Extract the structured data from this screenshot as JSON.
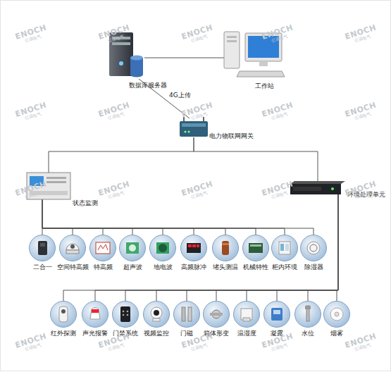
{
  "diagram": {
    "nodes": [
      {
        "text": [
          "数据库服务器"
        ]
      },
      {
        "text": [
          "工作站"
        ]
      },
      {
        "text": [
          "电力物联网网关"
        ]
      },
      {
        "text": [
          "状态监测"
        ]
      },
      {
        "text": [
          "环境处理单元"
        ]
      },
      {
        "text": [
          "二合一"
        ]
      },
      {
        "text": [
          "空间特高频"
        ]
      },
      {
        "text": [
          "特高频"
        ]
      },
      {
        "text": [
          "超声波"
        ]
      },
      {
        "text": [
          "地电波"
        ]
      },
      {
        "text": [
          "高频脉冲"
        ]
      },
      {
        "text": [
          "堵头测温"
        ]
      },
      {
        "text": [
          "机械特性"
        ]
      },
      {
        "text": [
          "柜内环境"
        ]
      },
      {
        "text": [
          "除湿器"
        ]
      },
      {
        "text": [
          "红外探测"
        ]
      },
      {
        "text": [
          "声光报警"
        ]
      },
      {
        "text": [
          "门禁系统"
        ]
      },
      {
        "text": [
          "视频监控"
        ]
      },
      {
        "text": [
          "门磁"
        ]
      },
      {
        "text": [
          "箱体形变"
        ]
      },
      {
        "text": [
          "温湿度"
        ]
      },
      {
        "text": [
          "凝露"
        ]
      },
      {
        "text": [
          "水位"
        ]
      },
      {
        "text": [
          "烟雾"
        ]
      }
    ],
    "edges": [
      {
        "from": 0,
        "to": 1,
        "arrow": "none"
      },
      {
        "from": 0,
        "to": 2,
        "label": "4G上传",
        "arrow": "none"
      },
      {
        "from": 2,
        "to": 3,
        "arrow": "none"
      },
      {
        "from": 2,
        "to": 4,
        "arrow": "none"
      },
      {
        "from": 3,
        "to": 5,
        "arrow": "none"
      },
      {
        "from": 3,
        "to": 6,
        "arrow": "none"
      },
      {
        "from": 3,
        "to": 7,
        "arrow": "none"
      },
      {
        "from": 3,
        "to": 8,
        "arrow": "none"
      },
      {
        "from": 3,
        "to": 9,
        "arrow": "none"
      },
      {
        "from": 3,
        "to": 10,
        "arrow": "none"
      },
      {
        "from": 3,
        "to": 11,
        "arrow": "none"
      },
      {
        "from": 3,
        "to": 12,
        "arrow": "none"
      },
      {
        "from": 3,
        "to": 13,
        "arrow": "none"
      },
      {
        "from": 3,
        "to": 14,
        "arrow": "none"
      },
      {
        "from": 4,
        "to": 15,
        "arrow": "none"
      },
      {
        "from": 4,
        "to": 16,
        "arrow": "none"
      },
      {
        "from": 4,
        "to": 17,
        "arrow": "none"
      },
      {
        "from": 4,
        "to": 18,
        "arrow": "none"
      },
      {
        "from": 4,
        "to": 19,
        "arrow": "none"
      },
      {
        "from": 4,
        "to": 20,
        "arrow": "none"
      },
      {
        "from": 4,
        "to": 21,
        "arrow": "none"
      },
      {
        "from": 4,
        "to": 22,
        "arrow": "none"
      },
      {
        "from": 4,
        "to": 23,
        "arrow": "none"
      },
      {
        "from": 4,
        "to": 24,
        "arrow": "none"
      }
    ],
    "labels": [
      "ENOCH",
      "亿诺电气",
      "ENOCH",
      "亿诺电气",
      "ENOCH",
      "亿诺电气",
      "ENOCH",
      "亿诺电气",
      "ENOCH",
      "亿诺电气",
      "ENOCH",
      "亿诺电气",
      "ENOCH",
      "亿诺电气",
      "ENOCH",
      "亿诺电气",
      "ENOCH",
      "亿诺电气",
      "ENOCH",
      "亿诺电气",
      "ENOCH",
      "亿诺电气",
      "ENOCH",
      "亿诺电气",
      "ENOCH",
      "亿诺电气",
      "ENOCH",
      "亿诺电气",
      "ENOCH",
      "亿诺电气",
      "ENOCH",
      "亿诺电气",
      "ENOCH",
      "亿诺电气",
      "ENOCH",
      "亿诺电气",
      "ENOCH",
      "亿诺电气",
      "ENOCH",
      "亿诺电气"
    ]
  }
}
